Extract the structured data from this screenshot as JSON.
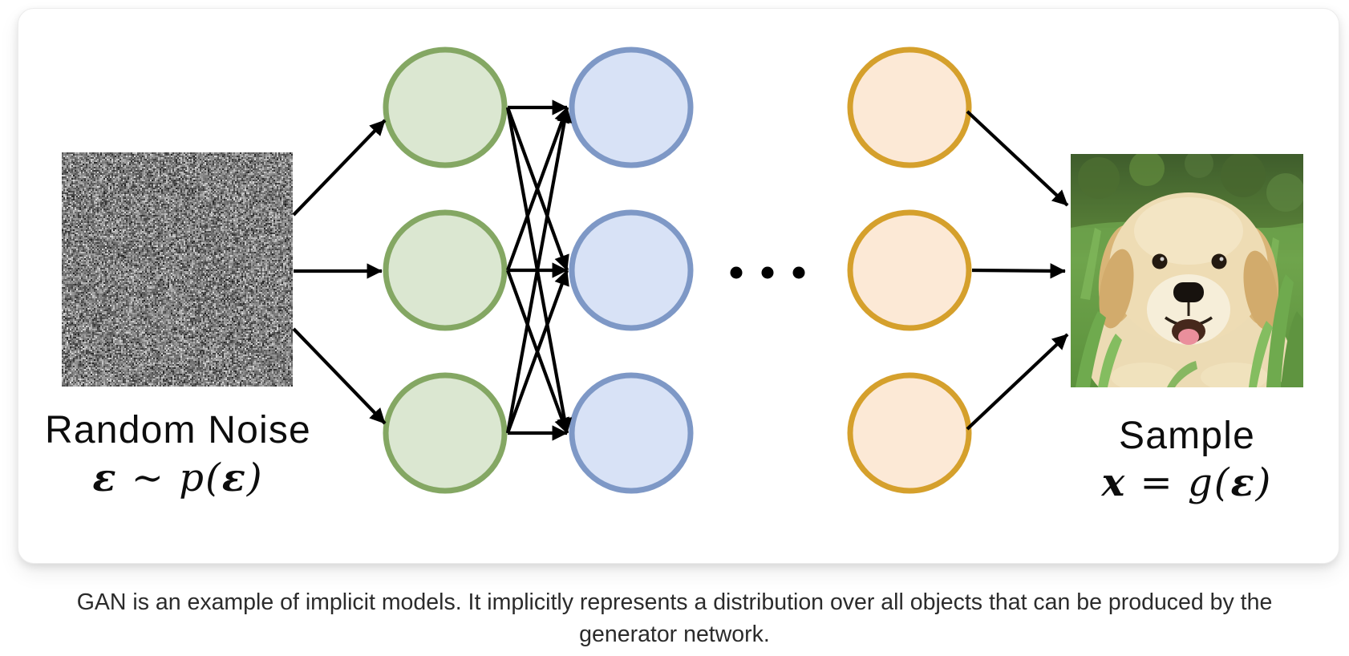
{
  "card": {
    "noise": {
      "label": "Random Noise",
      "formula_parts": [
        {
          "text": "ε",
          "bold": true
        },
        {
          "text": " ∼ ",
          "bold": false
        },
        {
          "text": "p(",
          "bold": false
        },
        {
          "text": "ε",
          "bold": true
        },
        {
          "text": ")",
          "bold": false
        }
      ]
    },
    "sample": {
      "label": "Sample",
      "formula_parts": [
        {
          "text": "x",
          "bold": true
        },
        {
          "text": " = ",
          "bold": false
        },
        {
          "text": "g(",
          "bold": false
        },
        {
          "text": "ε",
          "bold": true
        },
        {
          "text": ")",
          "bold": false
        }
      ]
    },
    "network": {
      "layers": [
        {
          "id": "generator-input-layer",
          "node_count": 3,
          "stroke": "#84a763",
          "fill": "#dbe7d1"
        },
        {
          "id": "generator-hidden-layer",
          "node_count": 3,
          "stroke": "#7e98c6",
          "fill": "#d8e2f6"
        },
        {
          "id": "generator-output-layer",
          "node_count": 3,
          "stroke": "#d5a02c",
          "fill": "#fce9d6"
        }
      ],
      "ellipsis_dot_count": 3,
      "arrow_color": "#000000",
      "dot_color": "#000000"
    }
  },
  "caption": {
    "lines": [
      "GAN is an example of implicit models. It implicitly represents a distribution over all objects that can be produced by the",
      "generator network."
    ]
  }
}
